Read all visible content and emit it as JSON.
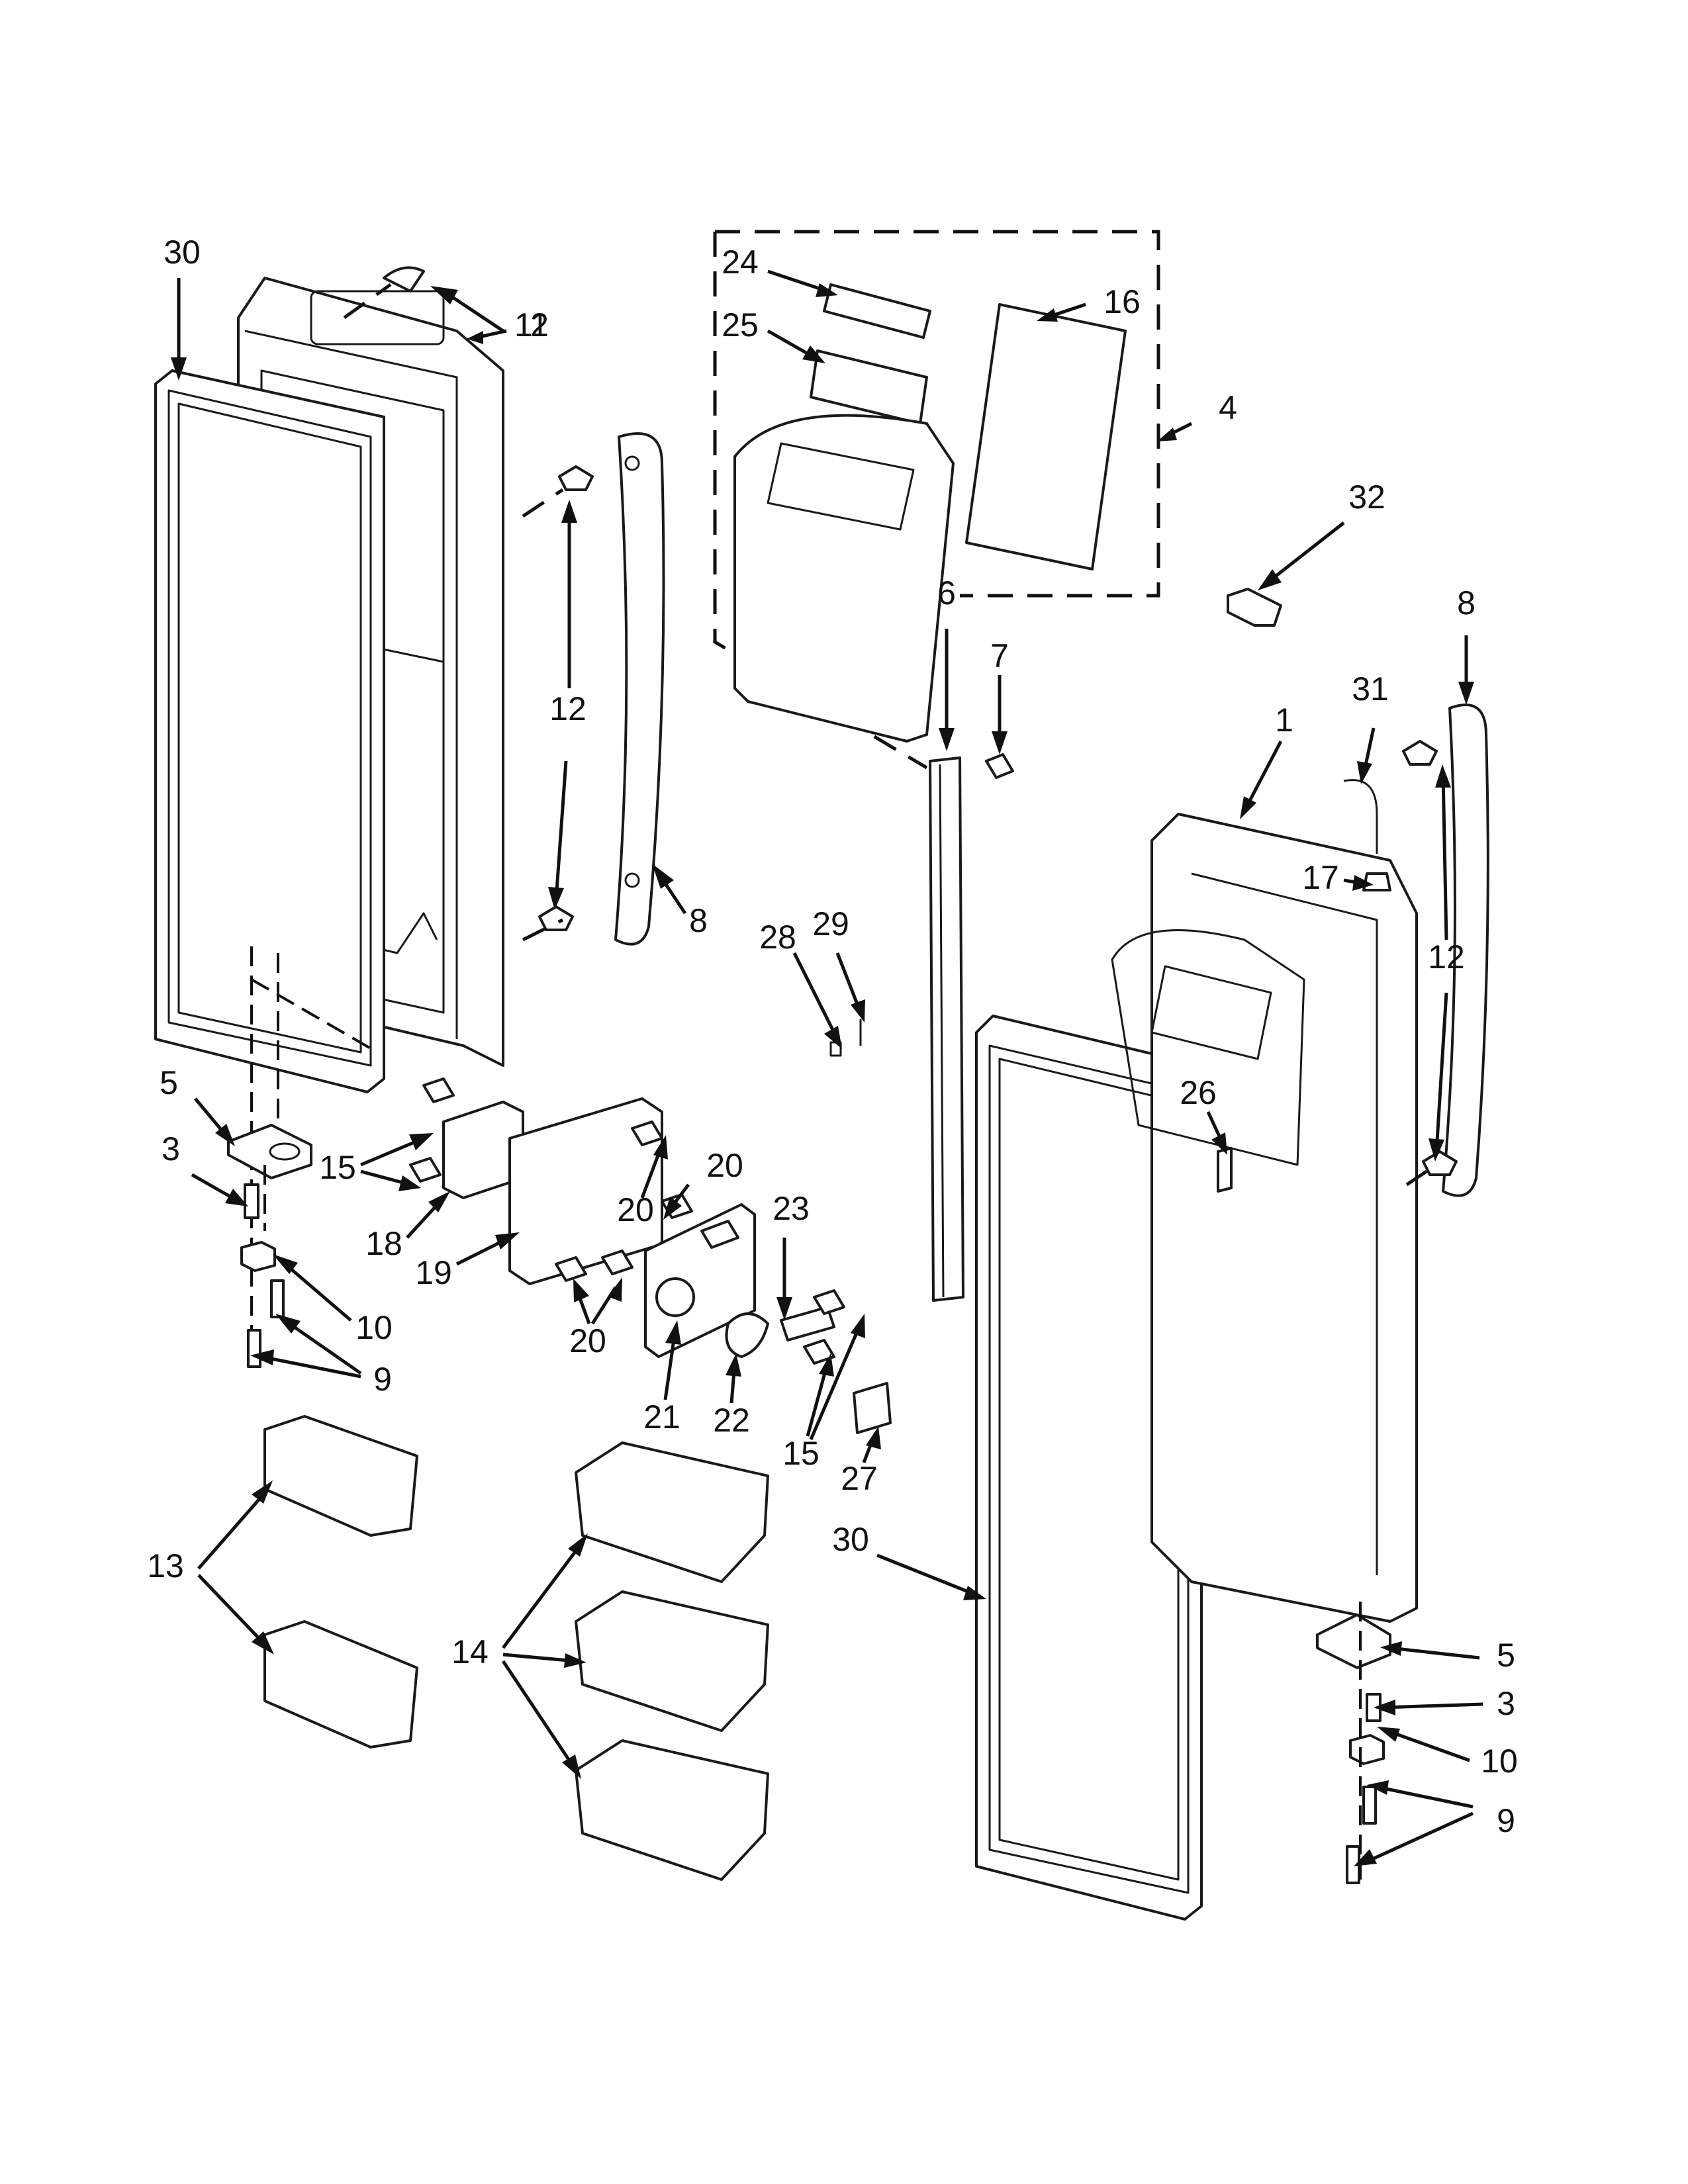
{
  "callouts": [
    {
      "id": "c30a",
      "text": "30"
    },
    {
      "id": "c11",
      "text": "11"
    },
    {
      "id": "c2",
      "text": "2"
    },
    {
      "id": "c12a",
      "text": "12"
    },
    {
      "id": "c8a",
      "text": "8"
    },
    {
      "id": "c5a",
      "text": "5"
    },
    {
      "id": "c3a",
      "text": "3"
    },
    {
      "id": "c15a",
      "text": "15"
    },
    {
      "id": "c18",
      "text": "18"
    },
    {
      "id": "c19",
      "text": "19"
    },
    {
      "id": "c10a",
      "text": "10"
    },
    {
      "id": "c9a",
      "text": "9"
    },
    {
      "id": "c13",
      "text": "13"
    },
    {
      "id": "c14",
      "text": "14"
    },
    {
      "id": "c24",
      "text": "24"
    },
    {
      "id": "c25",
      "text": "25"
    },
    {
      "id": "c16",
      "text": "16"
    },
    {
      "id": "c4",
      "text": "4"
    },
    {
      "id": "c32",
      "text": "32"
    },
    {
      "id": "c6",
      "text": "6"
    },
    {
      "id": "c7",
      "text": "7"
    },
    {
      "id": "c8b",
      "text": "8"
    },
    {
      "id": "c31",
      "text": "31"
    },
    {
      "id": "c1",
      "text": "1"
    },
    {
      "id": "c17",
      "text": "17"
    },
    {
      "id": "c12b",
      "text": "12"
    },
    {
      "id": "c28",
      "text": "28"
    },
    {
      "id": "c29",
      "text": "29"
    },
    {
      "id": "c26",
      "text": "26"
    },
    {
      "id": "c20a",
      "text": "20"
    },
    {
      "id": "c20b",
      "text": "20"
    },
    {
      "id": "c20c",
      "text": "20"
    },
    {
      "id": "c23",
      "text": "23"
    },
    {
      "id": "c21",
      "text": "21"
    },
    {
      "id": "c22",
      "text": "22"
    },
    {
      "id": "c15b",
      "text": "15"
    },
    {
      "id": "c27",
      "text": "27"
    },
    {
      "id": "c30b",
      "text": "30"
    },
    {
      "id": "c5b",
      "text": "5"
    },
    {
      "id": "c3b",
      "text": "3"
    },
    {
      "id": "c10b",
      "text": "10"
    },
    {
      "id": "c9b",
      "text": "9"
    }
  ]
}
